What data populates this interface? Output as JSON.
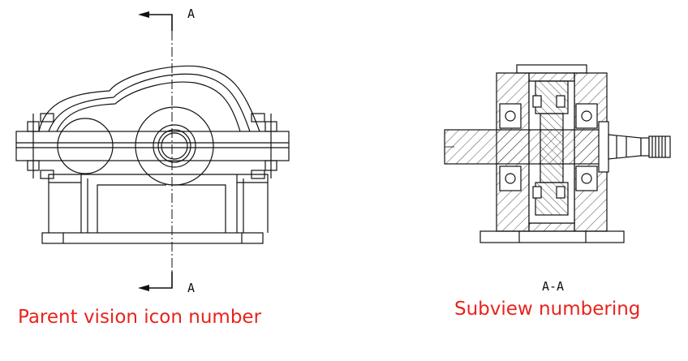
{
  "section_marker": {
    "top_letter": "A",
    "bottom_letter": "A"
  },
  "section_view": {
    "label": "A-A"
  },
  "captions": {
    "parent_view": "Parent vision icon number",
    "subview": "Subview numbering"
  },
  "colors": {
    "caption": "#e8231c",
    "line": "#111111"
  }
}
